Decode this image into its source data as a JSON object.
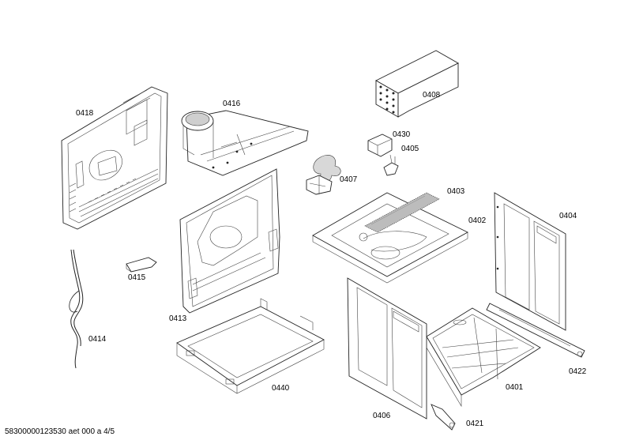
{
  "labels": {
    "p0418": "0418",
    "p0416": "0416",
    "p0408": "0408",
    "p0430": "0430",
    "p0405": "0405",
    "p0407": "0407",
    "p0403": "0403",
    "p0402": "0402",
    "p0404": "0404",
    "p0415": "0415",
    "p0413": "0413",
    "p0414": "0414",
    "p0440": "0440",
    "p0406": "0406",
    "p0421": "0421",
    "p0401": "0401",
    "p0422": "0422"
  },
  "footer": "58300000123530 aet 000 a 4/5"
}
